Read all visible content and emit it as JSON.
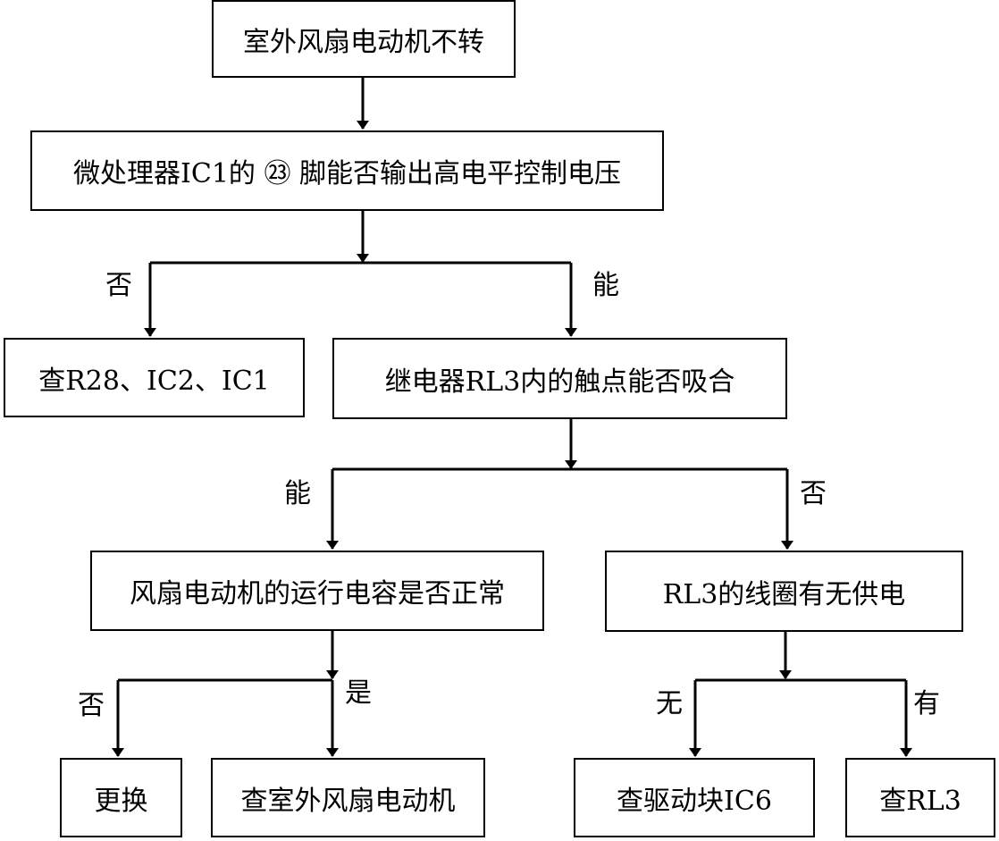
{
  "nodes": {
    "start": "室外风扇电动机不转",
    "check_ic1_pin23": "微处理器IC1的 ㉓ 脚能否输出高电平控制电压",
    "check_r28_ic2_ic1": "查R28、IC2、IC1",
    "relay_contacts": "继电器RL3内的触点能否吸合",
    "fan_capacitor": "风扇电动机的运行电容是否正常",
    "rl3_coil_power": "RL3的线圈有无供电",
    "replace": "更换",
    "check_fan_motor": "查室外风扇电动机",
    "check_driver_ic6": "查驱动块IC6",
    "check_rl3": "查RL3"
  },
  "edge_labels": {
    "ic1_no": "否",
    "ic1_yes": "能",
    "relay_yes": "能",
    "relay_no": "否",
    "cap_no": "否",
    "cap_yes": "是",
    "coil_none": "无",
    "coil_has": "有"
  }
}
